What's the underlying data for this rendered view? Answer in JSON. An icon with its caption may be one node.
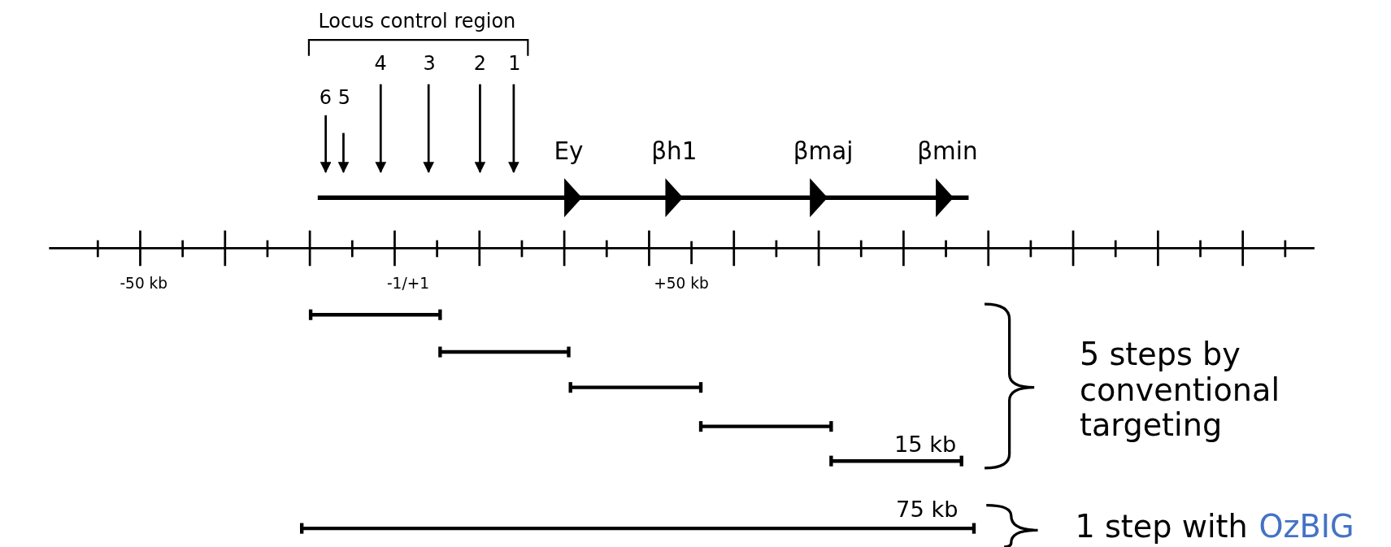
{
  "diagram": {
    "labels": [
      "Locus control region",
      "6",
      "5",
      "4",
      "3",
      "2",
      "1",
      "Ey",
      "βh1",
      "βmaj",
      "βmin",
      "-50 kb",
      "-1/+1",
      "+50 kb",
      "15 kb",
      "75 kb",
      "5 steps by conventional targeting",
      "1 step with",
      "OzBIG"
    ]
  }
}
